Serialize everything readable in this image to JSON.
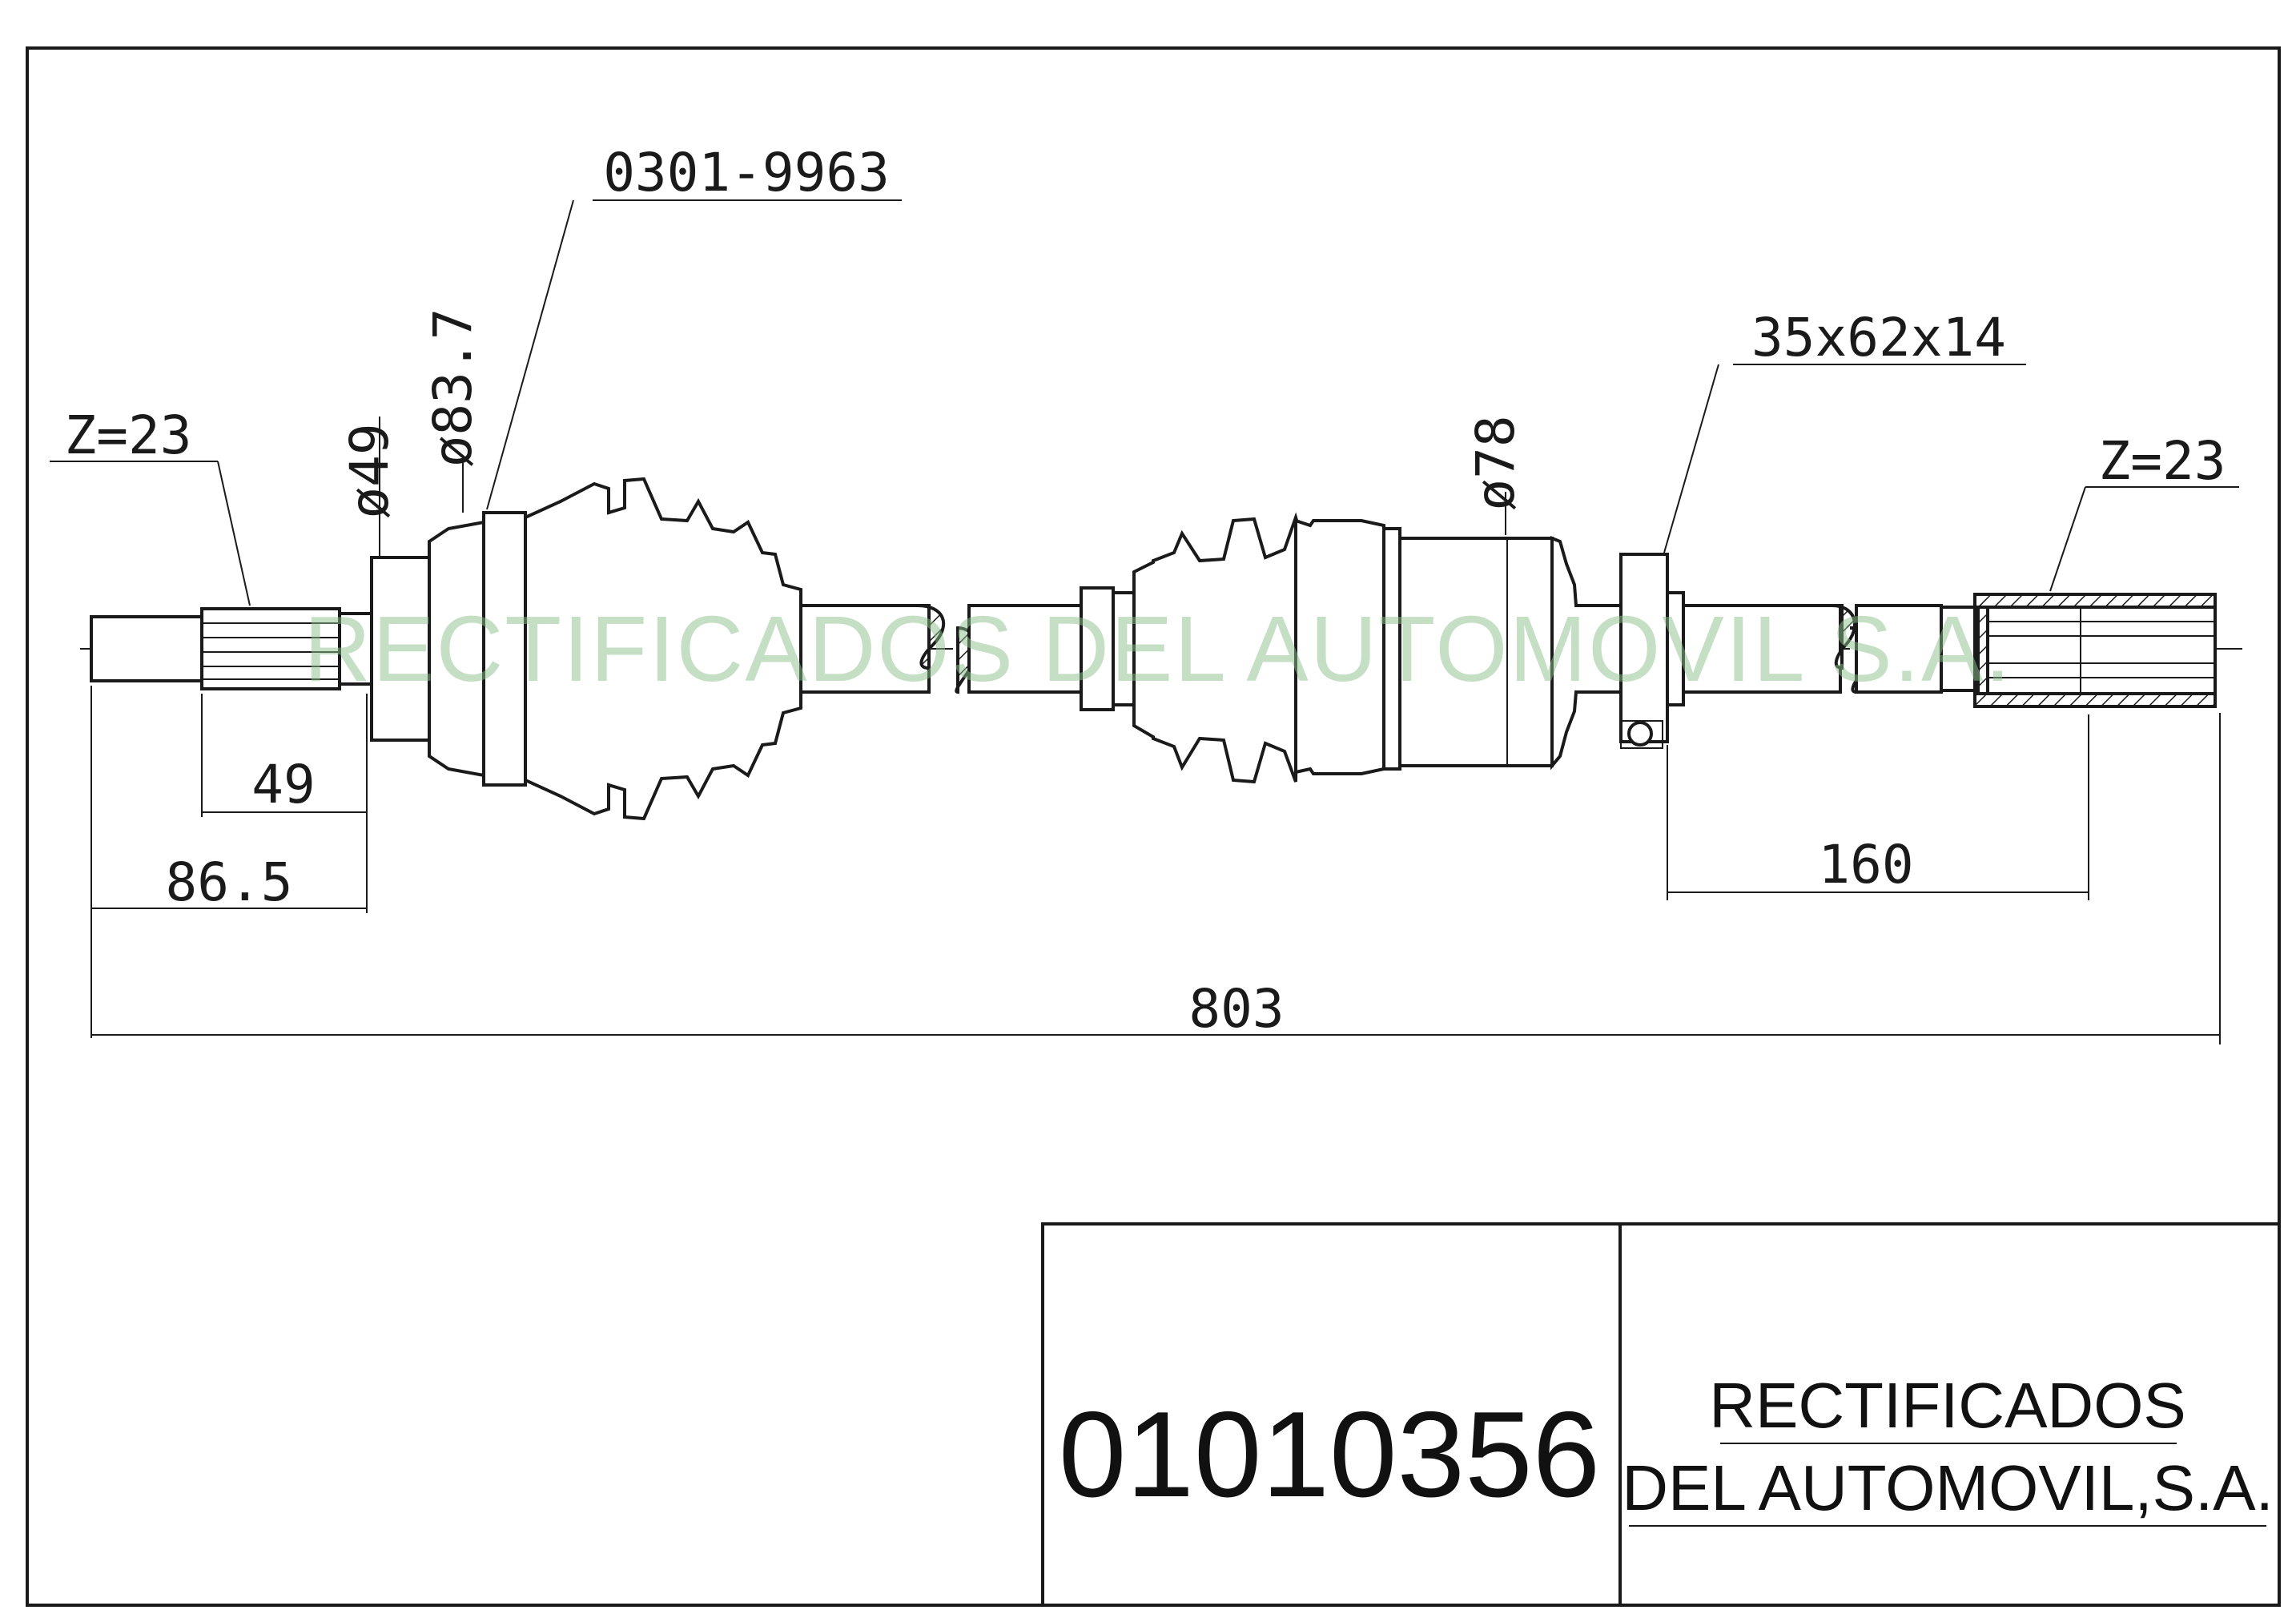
{
  "drawing": {
    "part_ref": "0301-9963",
    "bearing": "35x62x14",
    "spline_left": "Z=23",
    "spline_right": "Z=23",
    "dia_inner_joint_a": "ø49",
    "dia_inner_joint_b": "ø83.7",
    "dia_outer_joint": "ø78",
    "dim_49": "49",
    "dim_86_5": "86.5",
    "dim_160": "160",
    "dim_803": "803",
    "watermark": "RECTIFICADOS DEL AUTOMOVIL S.A."
  },
  "title_block": {
    "part_number": "01010356",
    "company_line1": "RECTIFICADOS",
    "company_line2": "DEL AUTOMOVIL,S.A."
  }
}
